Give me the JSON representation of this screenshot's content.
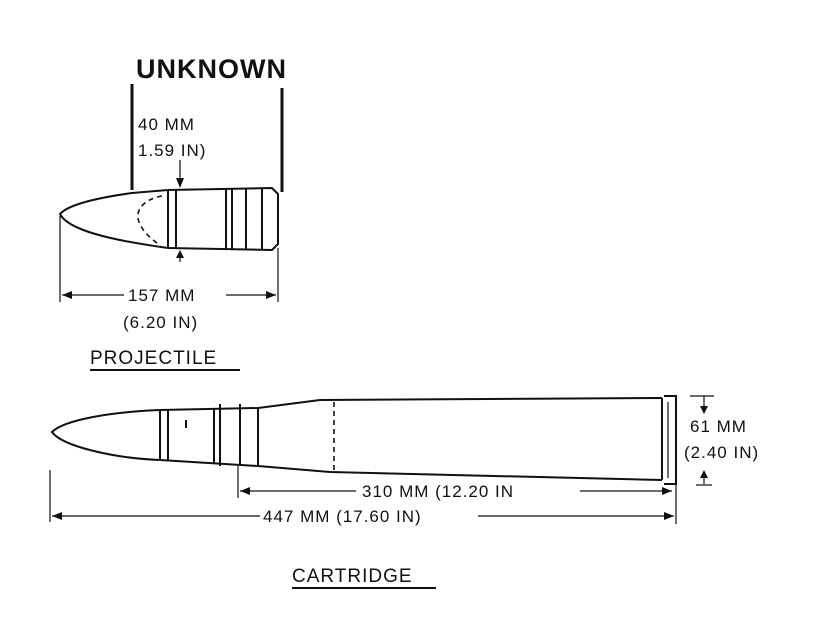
{
  "title": "UNKNOWN",
  "projectile": {
    "caliber_mm": "40 MM",
    "caliber_in": "1.59 IN)",
    "length_mm": "157 MM",
    "length_in": "(6.20 IN)",
    "caption": "PROJECTILE"
  },
  "cartridge": {
    "rim_mm": "61 MM",
    "rim_in": "(2.40 IN)",
    "case_length": "310 MM (12.20 IN",
    "overall_length": "447 MM (17.60 IN)",
    "caption": "CARTRIDGE"
  },
  "colors": {
    "ink": "#111111",
    "paper": "#ffffff"
  }
}
